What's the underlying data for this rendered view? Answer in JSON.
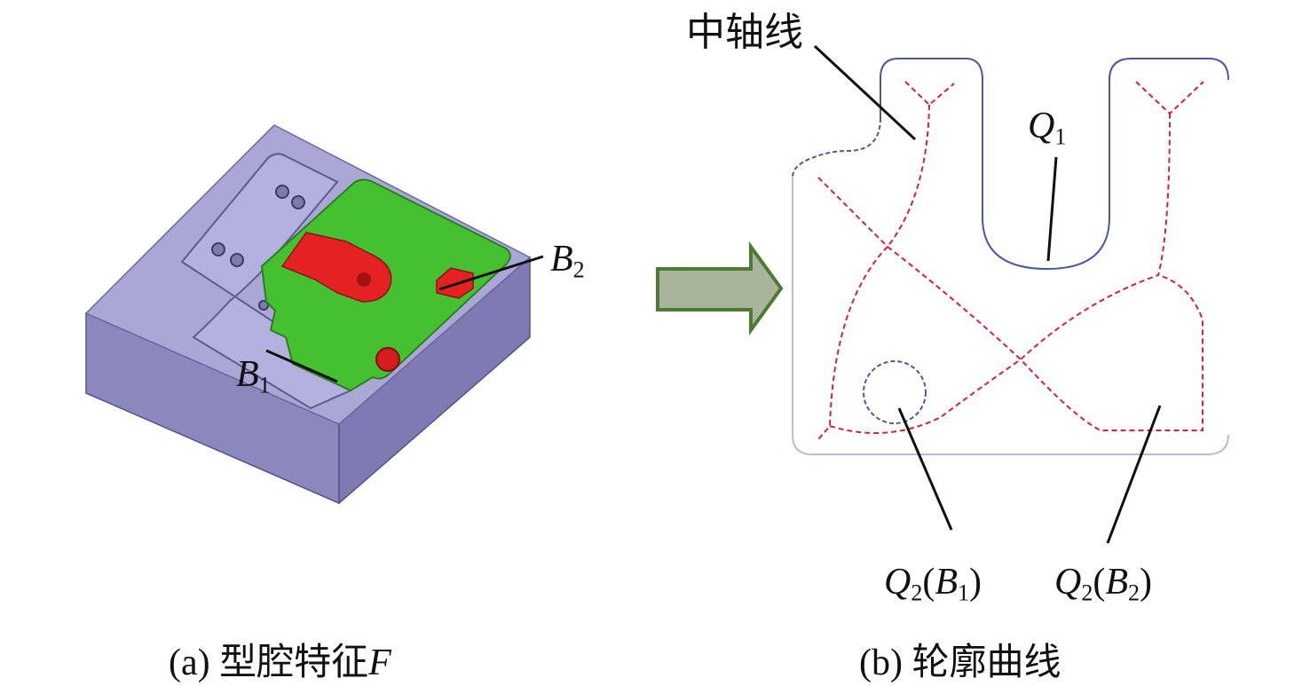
{
  "figure": {
    "panel_a": {
      "caption_prefix": "(a) 型腔特征",
      "caption_symbol": "F",
      "labels": {
        "b1": {
          "main": "B",
          "sub": "1"
        },
        "b2": {
          "main": "B",
          "sub": "2"
        }
      },
      "colors": {
        "block": "#9d9bcf",
        "cavity": "#3fbf2f",
        "boss": "#e52222"
      }
    },
    "arrow": {
      "icon": "right-arrow-icon",
      "fill": "#a9b49c",
      "stroke": "#4e7a33"
    },
    "panel_b": {
      "caption": "(b) 轮廓曲线",
      "medial_axis_label": "中轴线",
      "q1": {
        "main": "Q",
        "sub": "1"
      },
      "q2b1": {
        "main": "Q",
        "sub": "2",
        "paren_main": "B",
        "paren_sub": "1"
      },
      "q2b2": {
        "main": "Q",
        "sub": "2",
        "paren_main": "B",
        "paren_sub": "2"
      },
      "colors": {
        "contour": "#4a5a9e",
        "medial_axis": "#d3233a"
      }
    }
  }
}
